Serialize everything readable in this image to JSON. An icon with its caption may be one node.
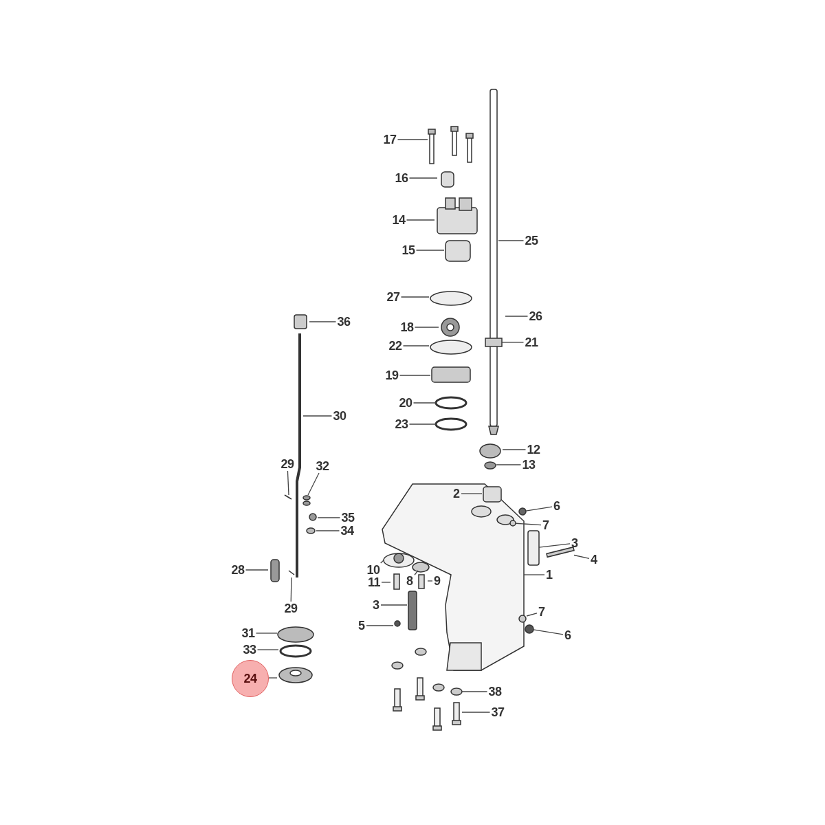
{
  "diagram": {
    "nodes": [
      {
        "text": [
          "17"
        ]
      },
      {
        "text": [
          "16"
        ]
      },
      {
        "text": [
          "14"
        ]
      },
      {
        "text": [
          "25"
        ]
      },
      {
        "text": [
          "15"
        ]
      },
      {
        "text": [
          "27"
        ]
      },
      {
        "text": [
          "36"
        ]
      },
      {
        "text": [
          "26"
        ]
      },
      {
        "text": [
          "18"
        ]
      },
      {
        "text": [
          "21"
        ]
      },
      {
        "text": [
          "22"
        ]
      },
      {
        "text": [
          "19"
        ]
      },
      {
        "text": [
          "20"
        ]
      },
      {
        "text": [
          "30"
        ]
      },
      {
        "text": [
          "23"
        ]
      },
      {
        "text": [
          "12"
        ]
      },
      {
        "text": [
          "13"
        ]
      },
      {
        "text": [
          "29"
        ]
      },
      {
        "text": [
          "32"
        ]
      },
      {
        "text": [
          "2"
        ]
      },
      {
        "text": [
          "6"
        ]
      },
      {
        "text": [
          "35"
        ]
      },
      {
        "text": [
          "7"
        ]
      },
      {
        "text": [
          "34"
        ]
      },
      {
        "text": [
          "3"
        ]
      },
      {
        "text": [
          "4"
        ]
      },
      {
        "text": [
          "28"
        ]
      },
      {
        "text": [
          "10"
        ]
      },
      {
        "text": [
          "1"
        ]
      },
      {
        "text": [
          "8"
        ]
      },
      {
        "text": [
          "11"
        ]
      },
      {
        "text": [
          "9"
        ]
      },
      {
        "text": [
          "29"
        ]
      },
      {
        "text": [
          "3"
        ]
      },
      {
        "text": [
          "5"
        ]
      },
      {
        "text": [
          "7"
        ]
      },
      {
        "text": [
          "31"
        ]
      },
      {
        "text": [
          "6"
        ]
      },
      {
        "text": [
          "33"
        ]
      },
      {
        "text": [
          "24"
        ]
      },
      {
        "text": [
          "38"
        ]
      },
      {
        "text": [
          "37"
        ]
      },
      {
        "text": [],
        "shape": "circle"
      },
      {
        "text": [],
        "shape": "box"
      },
      {
        "text": [],
        "shape": "bar"
      },
      {
        "text": [],
        "shape": "circle"
      },
      {
        "text": [],
        "shape": "circle"
      }
    ],
    "edges": [
      {
        "from": 0,
        "to": null,
        "arrow": "none"
      },
      {
        "from": 1,
        "to": null,
        "arrow": "none"
      },
      {
        "from": 2,
        "to": null,
        "arrow": "none"
      },
      {
        "from": 3,
        "to": null,
        "arrow": "none"
      },
      {
        "from": 4,
        "to": null,
        "arrow": "none"
      },
      {
        "from": 5,
        "to": null,
        "arrow": "none"
      },
      {
        "from": 6,
        "to": null,
        "arrow": "none"
      },
      {
        "from": 7,
        "to": null,
        "arrow": "none"
      },
      {
        "from": 8,
        "to": null,
        "arrow": "none"
      },
      {
        "from": 9,
        "to": null,
        "arrow": "none"
      },
      {
        "from": 10,
        "to": null,
        "arrow": "none"
      },
      {
        "from": 11,
        "to": null,
        "arrow": "none"
      },
      {
        "from": 12,
        "to": null,
        "arrow": "none"
      },
      {
        "from": 13,
        "to": null,
        "arrow": "none"
      },
      {
        "from": 14,
        "to": null,
        "arrow": "none"
      },
      {
        "from": 15,
        "to": null,
        "arrow": "none"
      },
      {
        "from": 16,
        "to": null,
        "arrow": "none"
      },
      {
        "from": 17,
        "to": null,
        "arrow": "none"
      },
      {
        "from": 18,
        "to": null,
        "arrow": "none"
      },
      {
        "from": 19,
        "to": null,
        "arrow": "none"
      },
      {
        "from": 20,
        "to": 42,
        "arrow": "none"
      },
      {
        "from": 21,
        "to": null,
        "arrow": "none"
      },
      {
        "from": 22,
        "to": 46,
        "arrow": "none"
      },
      {
        "from": 23,
        "to": null,
        "arrow": "none"
      },
      {
        "from": 24,
        "to": 43,
        "arrow": "none"
      },
      {
        "from": 25,
        "to": 44,
        "arrow": "none"
      },
      {
        "from": 26,
        "to": null,
        "arrow": "none"
      },
      {
        "from": 27,
        "to": null,
        "arrow": "none"
      },
      {
        "from": 28,
        "to": null,
        "arrow": "none"
      },
      {
        "from": 29,
        "to": null,
        "arrow": "none"
      },
      {
        "from": 30,
        "to": null,
        "arrow": "none"
      },
      {
        "from": 31,
        "to": null,
        "arrow": "none"
      },
      {
        "from": 32,
        "to": null,
        "arrow": "none"
      },
      {
        "from": 33,
        "to": null,
        "arrow": "none"
      },
      {
        "from": 34,
        "to": null,
        "arrow": "none"
      },
      {
        "from": 35,
        "to": null,
        "arrow": "none"
      },
      {
        "from": 36,
        "to": null,
        "arrow": "none"
      },
      {
        "from": 37,
        "to": 45,
        "arrow": "none"
      },
      {
        "from": 38,
        "to": null,
        "arrow": "none"
      },
      {
        "from": 39,
        "to": null,
        "arrow": "none"
      },
      {
        "from": 40,
        "to": null,
        "arrow": "none"
      },
      {
        "from": 41,
        "to": null,
        "arrow": "none"
      }
    ]
  }
}
